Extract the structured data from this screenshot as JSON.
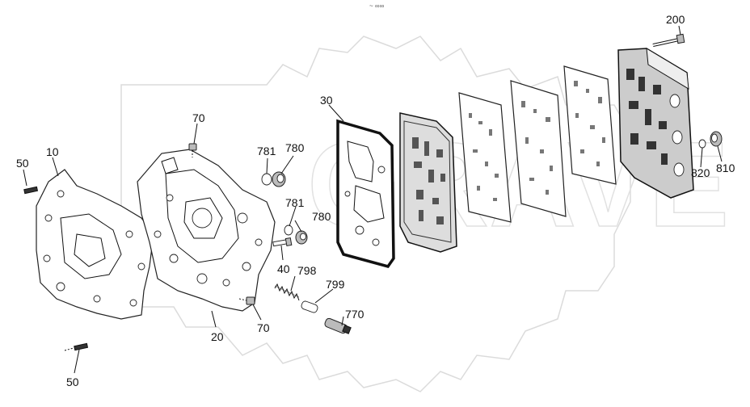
{
  "watermark": "GRAVE",
  "callouts": {
    "c10": "10",
    "c20": "20",
    "c30": "30",
    "c40": "40",
    "c50a": "50",
    "c50b": "50",
    "c70a": "70",
    "c70b": "70",
    "c200": "200",
    "c770": "770",
    "c780a": "780",
    "c780b": "780",
    "c781a": "781",
    "c781b": "781",
    "c798": "798",
    "c799": "799",
    "c810": "810",
    "c820": "820"
  }
}
